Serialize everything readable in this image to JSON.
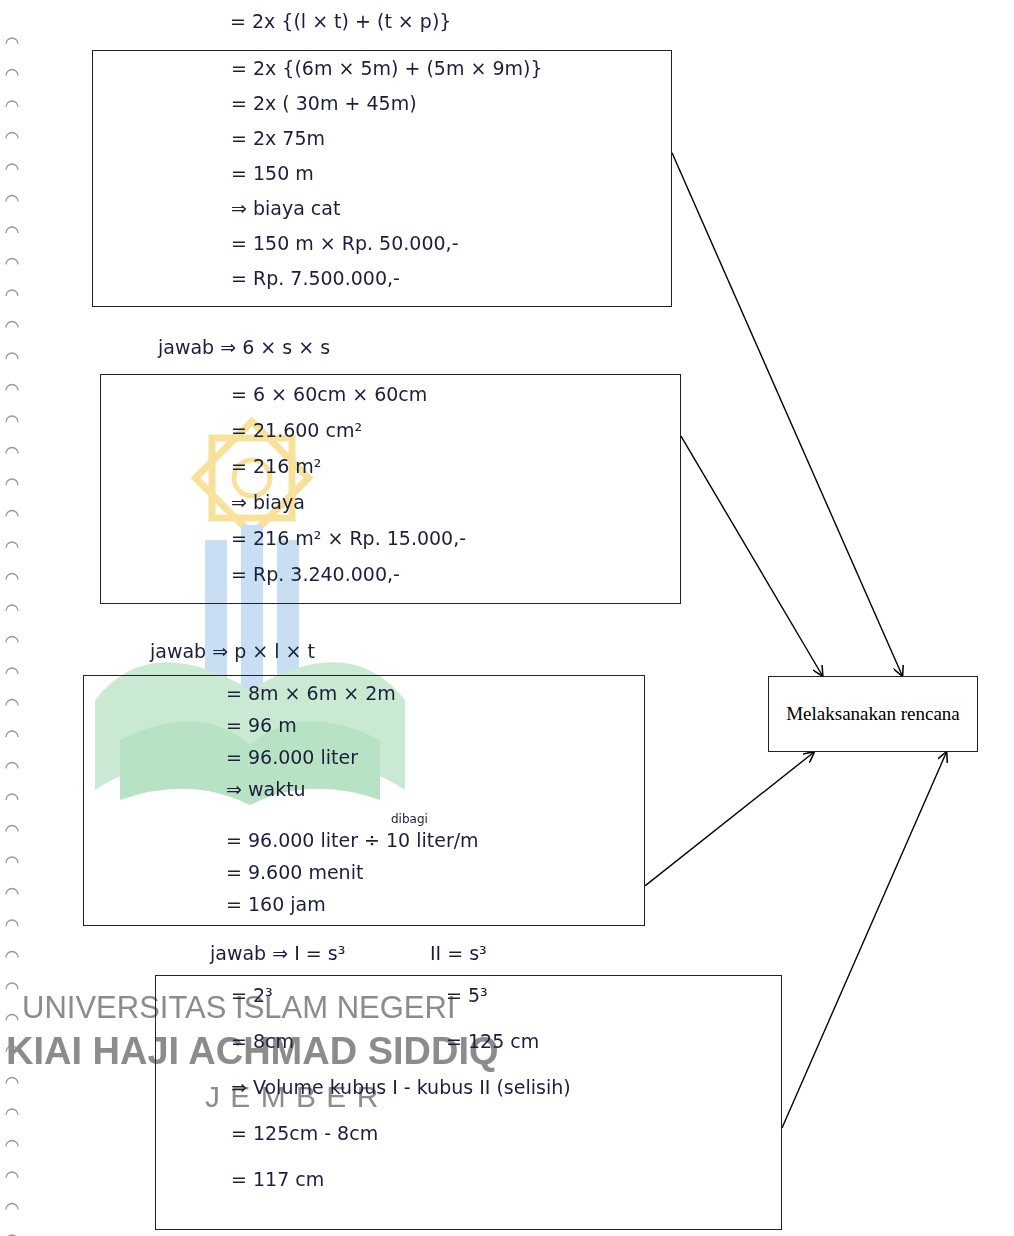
{
  "diagram": {
    "nodes": [
      {
        "text": [
          "= 2x {(6m × 5m) + (5m × 9m)}",
          "= 2x ( 30m + 45m)",
          "= 2x 75m",
          "= 150 m",
          "⇒ biaya cat",
          "= 150 m × Rp. 50.000,-",
          "= Rp. 7.500.000,-"
        ]
      },
      {
        "text": [
          "= 6 × 60cm × 60cm",
          "= 21.600 cm²",
          "= 216 m²",
          "⇒ biaya",
          "= 216 m² × Rp. 15.000,-",
          "= Rp. 3.240.000,-"
        ]
      },
      {
        "text": [
          "= 8m × 6m × 2m",
          "= 96 m",
          "= 96.000 liter",
          "⇒ waktu",
          "dibagi",
          "= 96.000 liter ÷ 10 liter/m",
          "= 9.600 menit",
          "= 160 jam"
        ]
      },
      {
        "text": [
          "= 2³",
          "= 5³",
          "= 8cm",
          "= 125 cm",
          "⇒ Volume kubus I - kubus II (selisih)",
          "= 125cm - 8cm",
          "= 117 cm"
        ]
      },
      {
        "text": [
          "Melaksanakan rencana"
        ]
      }
    ],
    "edges": [
      {
        "from": 0,
        "to": 4,
        "arrow": "to"
      },
      {
        "from": 1,
        "to": 4,
        "arrow": "to"
      },
      {
        "from": 2,
        "to": 4,
        "arrow": "to"
      },
      {
        "from": 3,
        "to": 4,
        "arrow": "to"
      }
    ],
    "labels": [
      "= 2x {(l × t) + (t × p)}",
      "jawab ⇒ 6 × s × s",
      "jawab ⇒ p × l × t",
      "jawab ⇒ I = s³",
      "II = s³",
      "UNIVERSITAS ISLAM NEGERI",
      "KIAI HAJI ACHMAD SIDDIQ",
      "J E M B E R"
    ]
  }
}
